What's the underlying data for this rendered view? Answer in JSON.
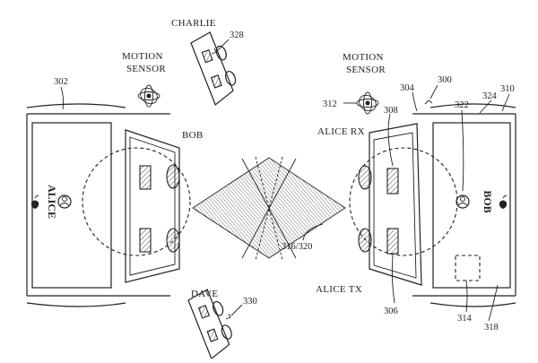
{
  "labels": {
    "charlie": "CHARLIE",
    "dave": "DAVE",
    "motion_sensor_left": [
      "MOTION",
      "SENSOR"
    ],
    "motion_sensor_right": [
      "MOTION",
      "SENSOR"
    ],
    "bob_left": "BOB",
    "alice_rx": "ALICE RX",
    "alice_tx": "ALICE TX",
    "alice_screen": "ALICE",
    "bob_screen": "BOB"
  },
  "refs": {
    "r302": "302",
    "r328": "328",
    "r330": "330",
    "r312": "312",
    "r304": "304",
    "r300": "300",
    "r308": "308",
    "r322": "322",
    "r324": "324",
    "r310": "310",
    "r316_320": "316/320",
    "r306": "306",
    "r314": "314",
    "r318": "318"
  }
}
